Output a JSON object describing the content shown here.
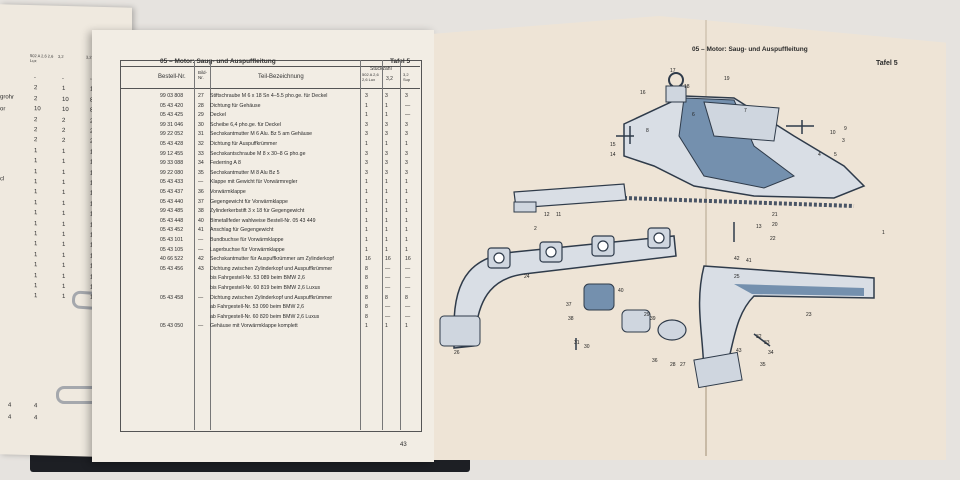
{
  "left_page": {
    "title": "Tafel 5",
    "col_heads": [
      "502 A 2,6 2,6 Lux",
      "3,2",
      "3,2 Sup"
    ],
    "frag_words": [
      "grohr",
      "or",
      "cl"
    ],
    "rows": [
      [
        "-",
        "-",
        "-"
      ],
      [
        "2",
        "1",
        "1"
      ],
      [
        "2",
        "10",
        "8"
      ],
      [
        "10",
        "10",
        "8"
      ],
      [
        "2",
        "2",
        "2"
      ],
      [
        "2",
        "2",
        "2"
      ],
      [
        "2",
        "2",
        "2"
      ],
      [
        "1",
        "1",
        "1"
      ],
      [
        "1",
        "1",
        "1"
      ],
      [
        "1",
        "1",
        "1"
      ],
      [
        "1",
        "1",
        "1"
      ],
      [
        "1",
        "1",
        "1"
      ],
      [
        "1",
        "1",
        "1"
      ],
      [
        "1",
        "1",
        "1"
      ],
      [
        "1",
        "1",
        "1"
      ],
      [
        "1",
        "1",
        "1"
      ],
      [
        "1",
        "1",
        "1"
      ],
      [
        "1",
        "1",
        "1"
      ],
      [
        "1",
        "1",
        "1"
      ],
      [
        "1",
        "1",
        "1"
      ],
      [
        "1",
        "1",
        "1"
      ],
      [
        "1",
        "1",
        "1"
      ]
    ],
    "bottom_rows": [
      [
        "4",
        "4"
      ],
      [
        "4",
        "4"
      ]
    ]
  },
  "mid_page": {
    "heading": "05 – Motor: Saug- und Auspuffleitung",
    "tafel": "Tafel 5",
    "head_bestell": "Bestell-Nr.",
    "head_bild": "Bild-Nr.",
    "head_teil": "Teil-Bezeichnung",
    "head_stueck": "Stückzahl",
    "head_q1": "502 A 2,6 2,6 Lux",
    "head_q2": "3,2",
    "head_q3": "3,2 Sup",
    "page_number": "43",
    "rows": [
      {
        "no": "99 03 808",
        "pic": "27",
        "desc": "Stiftschraube M 6 x 18 Sn 4–5.5 pho.ge. für Deckel",
        "q": [
          "3",
          "3",
          "3"
        ]
      },
      {
        "no": "05 43 420",
        "pic": "28",
        "desc": "Dichtung  für Gehäuse",
        "q": [
          "1",
          "1",
          "—"
        ]
      },
      {
        "no": "05 43 425",
        "pic": "29",
        "desc": "Deckel",
        "q": [
          "1",
          "1",
          "—"
        ]
      },
      {
        "no": "99 31 046",
        "pic": "30",
        "desc": "Scheibe 6,4 pho.ge. für Deckel",
        "q": [
          "3",
          "3",
          "3"
        ]
      },
      {
        "no": "99 22 052",
        "pic": "31",
        "desc": "Sechskantmutter M 6 Alu. Bz 5   am Gehäuse",
        "q": [
          "3",
          "3",
          "3"
        ]
      },
      {
        "no": "05 43 428",
        "pic": "32",
        "desc": "Dichtung für Auspuffkrümmer",
        "q": [
          "1",
          "1",
          "1"
        ]
      },
      {
        "no": "99 12 455",
        "pic": "33",
        "desc": "Sechskantschraube M 8 x 30–8 G pho.ge",
        "q": [
          "3",
          "3",
          "3"
        ]
      },
      {
        "no": "99 33 088",
        "pic": "34",
        "desc": "Federring A 8",
        "q": [
          "3",
          "3",
          "3"
        ]
      },
      {
        "no": "99 22 080",
        "pic": "35",
        "desc": "Sechskantmutter M 8 Alu Bz 5",
        "q": [
          "3",
          "3",
          "3"
        ]
      },
      {
        "no": "05 43 433",
        "pic": "—",
        "desc": "Klappe mit Gewicht für Vorwärmregler",
        "q": [
          "1",
          "1",
          "1"
        ]
      },
      {
        "no": "05 43 437",
        "pic": "36",
        "desc": "Vorwärmklappe",
        "q": [
          "1",
          "1",
          "1"
        ]
      },
      {
        "no": "05 43 440",
        "pic": "37",
        "desc": "Gegengewicht für Vorwärmklappe",
        "q": [
          "1",
          "1",
          "1"
        ]
      },
      {
        "no": "99 43 485",
        "pic": "38",
        "desc": "Zylinderkerbstift 3 x 18 für Gegengewicht",
        "q": [
          "1",
          "1",
          "1"
        ]
      },
      {
        "no": "05 43 448",
        "pic": "40",
        "desc": "Bimetallfeder wahlweise Bestell-Nr. 05 43 449",
        "q": [
          "1",
          "1",
          "1"
        ]
      },
      {
        "no": "05 43 452",
        "pic": "41",
        "desc": "Anschlag für Gegengewicht",
        "q": [
          "1",
          "1",
          "1"
        ]
      },
      {
        "no": "05 43 101",
        "pic": "—",
        "desc": "Bundbuchse für Vorwärmklappe",
        "q": [
          "1",
          "1",
          "1"
        ]
      },
      {
        "no": "05 43 105",
        "pic": "—",
        "desc": "Lagerbuchse für Vorwärmklappe",
        "q": [
          "1",
          "1",
          "1"
        ]
      },
      {
        "no": "40 66 522",
        "pic": "42",
        "desc": "Sechskantmutter für Auspuffkrümmer am Zylinderkopf",
        "q": [
          "16",
          "16",
          "16"
        ]
      },
      {
        "no": "05 43 456",
        "pic": "43",
        "desc": "Dichtung zwischen Zylinderkopf und Auspuffkrümmer",
        "q": [
          "8",
          "—",
          "—"
        ]
      },
      {
        "no": "",
        "pic": "",
        "desc": "bis Fahrgestell-Nr. 53 089 beim BMW 2,6",
        "q": [
          "8",
          "—",
          "—"
        ]
      },
      {
        "no": "",
        "pic": "",
        "desc": "bis Fahrgestell-Nr. 60 819 beim BMW 2,6 Luxus",
        "q": [
          "8",
          "—",
          "—"
        ]
      },
      {
        "no": "05 43 458",
        "pic": "—",
        "desc": "Dichtung zwischen Zylinderkopf und Auspuffkrümmer",
        "q": [
          "8",
          "8",
          "8"
        ]
      },
      {
        "no": "",
        "pic": "",
        "desc": "ab Fahrgestell-Nr. 53 090 beim BMW 2,6",
        "q": [
          "8",
          "—",
          "—"
        ]
      },
      {
        "no": "",
        "pic": "",
        "desc": "ab Fahrgestell-Nr. 60 820 beim BMW 2,6 Luxus",
        "q": [
          "8",
          "—",
          "—"
        ]
      },
      {
        "no": "05 43 050",
        "pic": "—",
        "desc": "Gehäuse mit Vorwärmklappe komplett",
        "q": [
          "1",
          "1",
          "1"
        ]
      }
    ]
  },
  "right_page": {
    "heading": "05 – Motor: Saug- und Auspuffleitung",
    "tafel": "Tafel 5",
    "callouts": [
      "1",
      "2",
      "3",
      "4",
      "5",
      "6",
      "7",
      "8",
      "9",
      "10",
      "11",
      "12",
      "13",
      "14",
      "15",
      "16",
      "17",
      "18",
      "19",
      "20",
      "21",
      "22",
      "23",
      "24",
      "25",
      "26",
      "27",
      "28",
      "29",
      "30",
      "31",
      "32",
      "33",
      "34",
      "35",
      "36",
      "37",
      "38",
      "39",
      "40",
      "41",
      "42",
      "43"
    ],
    "colors": {
      "part_fill": "#d8dde4",
      "part_shade": "#6f8aa8",
      "line": "#2f3b4a"
    }
  }
}
